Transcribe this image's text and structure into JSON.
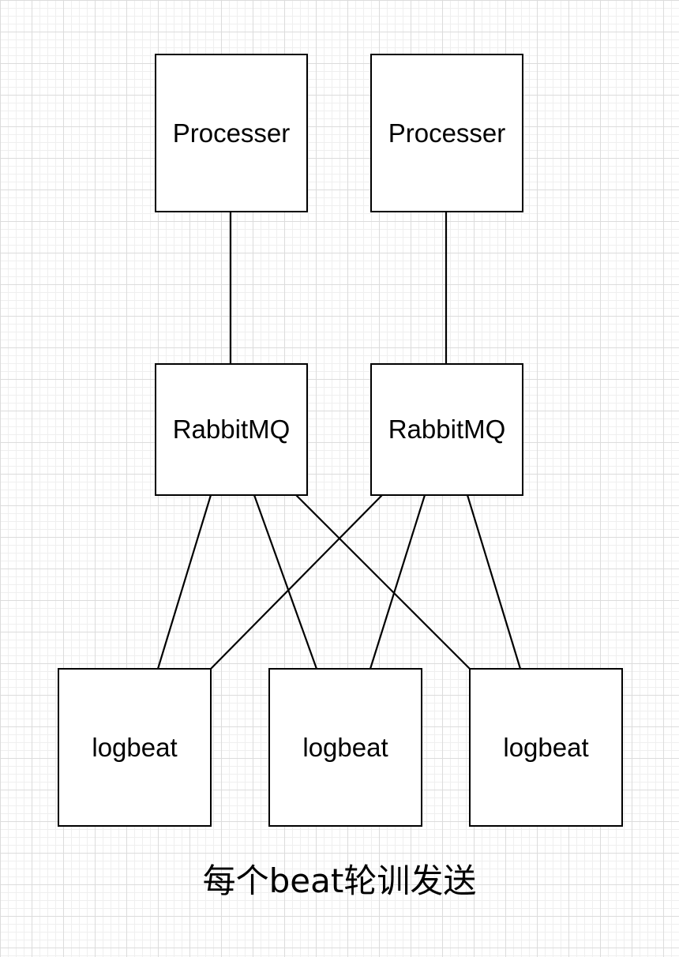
{
  "nodes": {
    "processer_1": {
      "label": "Processer"
    },
    "processer_2": {
      "label": "Processer"
    },
    "rabbitmq_1": {
      "label": "RabbitMQ"
    },
    "rabbitmq_2": {
      "label": "RabbitMQ"
    },
    "logbeat_1": {
      "label": "logbeat"
    },
    "logbeat_2": {
      "label": "logbeat"
    },
    "logbeat_3": {
      "label": "logbeat"
    }
  },
  "edges": [
    {
      "from": "processer_1",
      "to": "rabbitmq_1"
    },
    {
      "from": "processer_2",
      "to": "rabbitmq_2"
    },
    {
      "from": "rabbitmq_1",
      "to": "logbeat_1"
    },
    {
      "from": "rabbitmq_1",
      "to": "logbeat_2"
    },
    {
      "from": "rabbitmq_1",
      "to": "logbeat_3"
    },
    {
      "from": "rabbitmq_2",
      "to": "logbeat_1"
    },
    {
      "from": "rabbitmq_2",
      "to": "logbeat_2"
    },
    {
      "from": "rabbitmq_2",
      "to": "logbeat_3"
    }
  ],
  "caption": "每个beat轮训发送"
}
